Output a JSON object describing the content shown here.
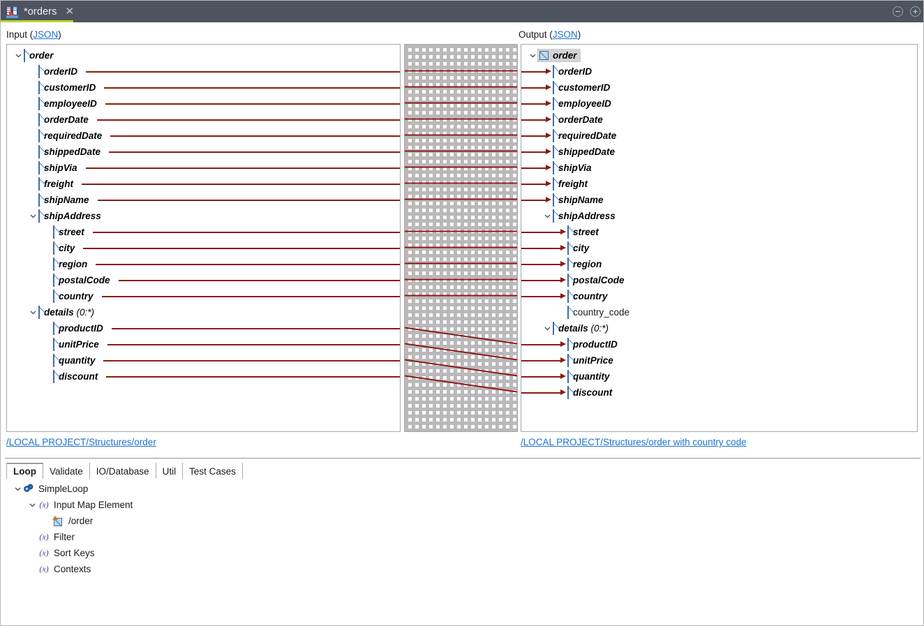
{
  "window": {
    "tab_title": "*orders",
    "tab_icon": "data-mapper-icon",
    "close_icon": "close-icon",
    "minimize_icon": "minimize-icon",
    "maximize_icon": "maximize-icon",
    "accent_color": "#bdd630",
    "titlebar_color": "#4e5360"
  },
  "input_panel": {
    "caption_prefix": "Input (",
    "caption_link": "JSON",
    "caption_suffix": ")",
    "structure_link": "/LOCAL PROJECT/Structures/order",
    "nodes": [
      {
        "label": "order",
        "card": "",
        "depth": 0,
        "twisty": "expanded",
        "mapped": false,
        "plain": false
      },
      {
        "label": "orderID",
        "card": "",
        "depth": 1,
        "twisty": "none",
        "mapped": true,
        "plain": false
      },
      {
        "label": "customerID",
        "card": "",
        "depth": 1,
        "twisty": "none",
        "mapped": true,
        "plain": false
      },
      {
        "label": "employeeID",
        "card": "",
        "depth": 1,
        "twisty": "none",
        "mapped": true,
        "plain": false
      },
      {
        "label": "orderDate",
        "card": "",
        "depth": 1,
        "twisty": "none",
        "mapped": true,
        "plain": false
      },
      {
        "label": "requiredDate",
        "card": "",
        "depth": 1,
        "twisty": "none",
        "mapped": true,
        "plain": false
      },
      {
        "label": "shippedDate",
        "card": "",
        "depth": 1,
        "twisty": "none",
        "mapped": true,
        "plain": false
      },
      {
        "label": "shipVia",
        "card": "",
        "depth": 1,
        "twisty": "none",
        "mapped": true,
        "plain": false
      },
      {
        "label": "freight",
        "card": "",
        "depth": 1,
        "twisty": "none",
        "mapped": true,
        "plain": false
      },
      {
        "label": "shipName",
        "card": "",
        "depth": 1,
        "twisty": "none",
        "mapped": true,
        "plain": false
      },
      {
        "label": "shipAddress",
        "card": "",
        "depth": 1,
        "twisty": "expanded",
        "mapped": false,
        "plain": false
      },
      {
        "label": "street",
        "card": "",
        "depth": 2,
        "twisty": "none",
        "mapped": true,
        "plain": false
      },
      {
        "label": "city",
        "card": "",
        "depth": 2,
        "twisty": "none",
        "mapped": true,
        "plain": false
      },
      {
        "label": "region",
        "card": "",
        "depth": 2,
        "twisty": "none",
        "mapped": true,
        "plain": false
      },
      {
        "label": "postalCode",
        "card": "",
        "depth": 2,
        "twisty": "none",
        "mapped": true,
        "plain": false
      },
      {
        "label": "country",
        "card": "",
        "depth": 2,
        "twisty": "none",
        "mapped": true,
        "plain": false
      },
      {
        "label": "details",
        "card": " (0:*)",
        "depth": 1,
        "twisty": "expanded",
        "mapped": false,
        "plain": false
      },
      {
        "label": "productID",
        "card": "",
        "depth": 2,
        "twisty": "none",
        "mapped": true,
        "plain": false
      },
      {
        "label": "unitPrice",
        "card": "",
        "depth": 2,
        "twisty": "none",
        "mapped": true,
        "plain": false
      },
      {
        "label": "quantity",
        "card": "",
        "depth": 2,
        "twisty": "none",
        "mapped": true,
        "plain": false
      },
      {
        "label": "discount",
        "card": "",
        "depth": 2,
        "twisty": "none",
        "mapped": true,
        "plain": false
      }
    ]
  },
  "output_panel": {
    "caption_prefix": "Output (",
    "caption_link": "JSON",
    "caption_suffix": ")",
    "structure_link": "/LOCAL PROJECT/Structures/order with country code",
    "nodes": [
      {
        "label": "order",
        "card": "",
        "depth": 0,
        "twisty": "expanded",
        "mapped": false,
        "plain": false,
        "selected": true
      },
      {
        "label": "orderID",
        "card": "",
        "depth": 1,
        "twisty": "none",
        "mapped": true,
        "plain": false,
        "selected": false
      },
      {
        "label": "customerID",
        "card": "",
        "depth": 1,
        "twisty": "none",
        "mapped": true,
        "plain": false,
        "selected": false
      },
      {
        "label": "employeeID",
        "card": "",
        "depth": 1,
        "twisty": "none",
        "mapped": true,
        "plain": false,
        "selected": false
      },
      {
        "label": "orderDate",
        "card": "",
        "depth": 1,
        "twisty": "none",
        "mapped": true,
        "plain": false,
        "selected": false
      },
      {
        "label": "requiredDate",
        "card": "",
        "depth": 1,
        "twisty": "none",
        "mapped": true,
        "plain": false,
        "selected": false
      },
      {
        "label": "shippedDate",
        "card": "",
        "depth": 1,
        "twisty": "none",
        "mapped": true,
        "plain": false,
        "selected": false
      },
      {
        "label": "shipVia",
        "card": "",
        "depth": 1,
        "twisty": "none",
        "mapped": true,
        "plain": false,
        "selected": false
      },
      {
        "label": "freight",
        "card": "",
        "depth": 1,
        "twisty": "none",
        "mapped": true,
        "plain": false,
        "selected": false
      },
      {
        "label": "shipName",
        "card": "",
        "depth": 1,
        "twisty": "none",
        "mapped": true,
        "plain": false,
        "selected": false
      },
      {
        "label": "shipAddress",
        "card": "",
        "depth": 1,
        "twisty": "expanded",
        "mapped": false,
        "plain": false,
        "selected": false
      },
      {
        "label": "street",
        "card": "",
        "depth": 2,
        "twisty": "none",
        "mapped": true,
        "plain": false,
        "selected": false
      },
      {
        "label": "city",
        "card": "",
        "depth": 2,
        "twisty": "none",
        "mapped": true,
        "plain": false,
        "selected": false
      },
      {
        "label": "region",
        "card": "",
        "depth": 2,
        "twisty": "none",
        "mapped": true,
        "plain": false,
        "selected": false
      },
      {
        "label": "postalCode",
        "card": "",
        "depth": 2,
        "twisty": "none",
        "mapped": true,
        "plain": false,
        "selected": false
      },
      {
        "label": "country",
        "card": "",
        "depth": 2,
        "twisty": "none",
        "mapped": true,
        "plain": false,
        "selected": false
      },
      {
        "label": "country_code",
        "card": "",
        "depth": 2,
        "twisty": "none",
        "mapped": false,
        "plain": true,
        "selected": false
      },
      {
        "label": "details",
        "card": " (0:*)",
        "depth": 1,
        "twisty": "expanded",
        "mapped": false,
        "plain": false,
        "selected": false
      },
      {
        "label": "productID",
        "card": "",
        "depth": 2,
        "twisty": "none",
        "mapped": true,
        "plain": false,
        "selected": false
      },
      {
        "label": "unitPrice",
        "card": "",
        "depth": 2,
        "twisty": "none",
        "mapped": true,
        "plain": false,
        "selected": false
      },
      {
        "label": "quantity",
        "card": "",
        "depth": 2,
        "twisty": "none",
        "mapped": true,
        "plain": false,
        "selected": false
      },
      {
        "label": "discount",
        "card": "",
        "depth": 2,
        "twisty": "none",
        "mapped": true,
        "plain": false,
        "selected": false
      }
    ]
  },
  "mapping": {
    "line_color": "#8b1a14",
    "links": [
      {
        "from": "orderID",
        "to": "orderID"
      },
      {
        "from": "customerID",
        "to": "customerID"
      },
      {
        "from": "employeeID",
        "to": "employeeID"
      },
      {
        "from": "orderDate",
        "to": "orderDate"
      },
      {
        "from": "requiredDate",
        "to": "requiredDate"
      },
      {
        "from": "shippedDate",
        "to": "shippedDate"
      },
      {
        "from": "shipVia",
        "to": "shipVia"
      },
      {
        "from": "freight",
        "to": "freight"
      },
      {
        "from": "shipName",
        "to": "shipName"
      },
      {
        "from": "street",
        "to": "street"
      },
      {
        "from": "city",
        "to": "city"
      },
      {
        "from": "region",
        "to": "region"
      },
      {
        "from": "postalCode",
        "to": "postalCode"
      },
      {
        "from": "country",
        "to": "country"
      },
      {
        "from": "productID",
        "to": "productID"
      },
      {
        "from": "unitPrice",
        "to": "unitPrice"
      },
      {
        "from": "quantity",
        "to": "quantity"
      },
      {
        "from": "discount",
        "to": "discount"
      }
    ]
  },
  "bottom": {
    "tabs": [
      {
        "label": "Loop",
        "active": true
      },
      {
        "label": "Validate",
        "active": false
      },
      {
        "label": "IO/Database",
        "active": false
      },
      {
        "label": "Util",
        "active": false
      },
      {
        "label": "Test Cases",
        "active": false
      }
    ],
    "tree": [
      {
        "label": "SimpleLoop",
        "depth": 0,
        "twisty": "expanded",
        "icon": "gears-icon"
      },
      {
        "label": "Input Map Element",
        "depth": 1,
        "twisty": "expanded",
        "icon": "fx-icon"
      },
      {
        "label": "/order",
        "depth": 2,
        "twisty": "none",
        "icon": "map-element-icon"
      },
      {
        "label": "Filter",
        "depth": 1,
        "twisty": "none",
        "icon": "fx-icon"
      },
      {
        "label": "Sort Keys",
        "depth": 1,
        "twisty": "none",
        "icon": "fx-icon"
      },
      {
        "label": "Contexts",
        "depth": 1,
        "twisty": "none",
        "icon": "fx-icon"
      }
    ]
  }
}
